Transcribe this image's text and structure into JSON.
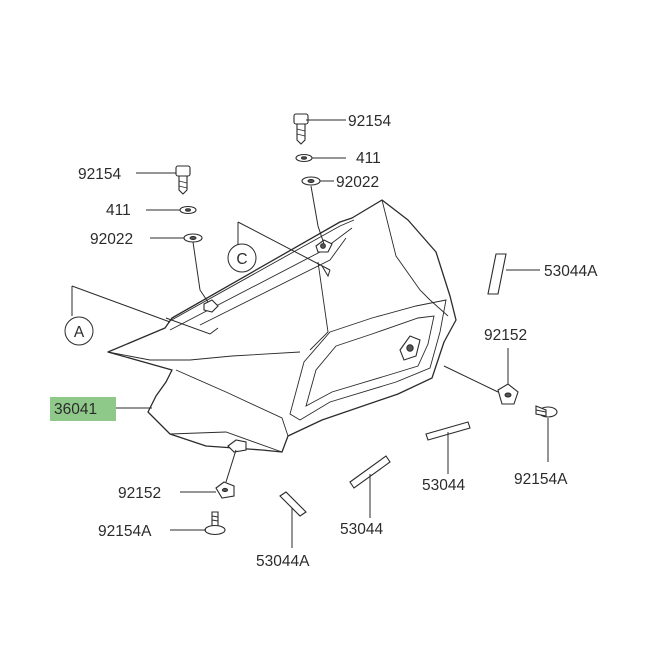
{
  "highlight_color": "#8fc98a",
  "labels": {
    "top_bolt": "92154",
    "top_washer": "411",
    "top_grommet": "92022",
    "left_bolt": "92154",
    "left_washer": "411",
    "left_grommet": "92022",
    "right_pad_long": "53044A",
    "right_nut": "92152",
    "main_cowl": "36041",
    "right_bolt": "92154A",
    "lower_pad": "53044",
    "bottom_nut": "92152",
    "bottom_pad_center": "53044",
    "bottom_bolt": "92154A",
    "bottom_pad_a": "53044A"
  },
  "callouts": {
    "a": "A",
    "c": "C"
  },
  "icons": {
    "bolt": "hex-bolt-icon",
    "washer": "flat-washer-icon",
    "grommet": "rubber-grommet-icon",
    "nut": "clip-nut-icon",
    "pad": "foam-pad-strip-icon"
  }
}
